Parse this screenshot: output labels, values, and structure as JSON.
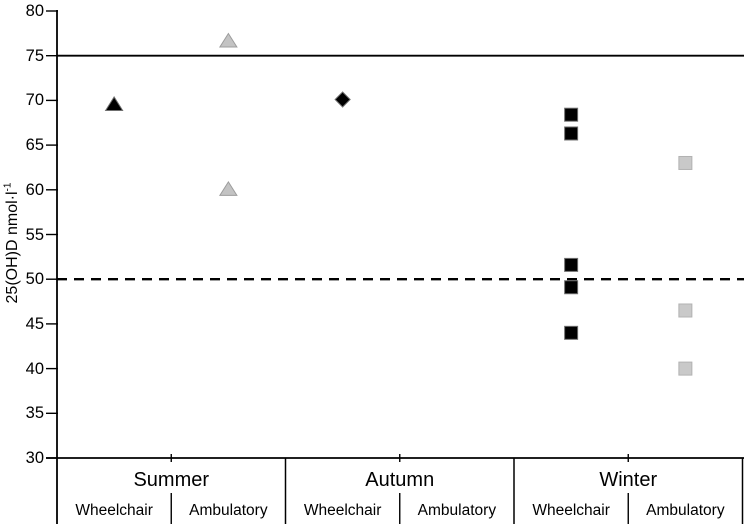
{
  "chart_data": {
    "type": "scatter",
    "title": "",
    "xlabel": "",
    "ylabel": "25(OH)D nmol·l⁻¹",
    "ylabel_main": "25(OH)D nmol·l",
    "ylabel_superscript": "-1",
    "ylim": [
      30,
      80
    ],
    "yticks": [
      "80",
      "75",
      "70",
      "65",
      "60",
      "55",
      "50",
      "45",
      "40",
      "35",
      "30"
    ],
    "ytick_values": [
      80,
      75,
      70,
      65,
      60,
      55,
      50,
      45,
      40,
      35,
      30
    ],
    "grid": false,
    "legend": "none",
    "reference_lines": [
      {
        "value": 75,
        "style": "solid"
      },
      {
        "value": 50,
        "style": "dashed"
      }
    ],
    "groups": [
      {
        "label": "Summer",
        "subgroups": [
          {
            "label": "Wheelchair"
          },
          {
            "label": "Ambulatory"
          }
        ]
      },
      {
        "label": "Autumn",
        "subgroups": [
          {
            "label": "Wheelchair"
          },
          {
            "label": "Ambulatory"
          }
        ]
      },
      {
        "label": "Winter",
        "subgroups": [
          {
            "label": "Wheelchair"
          },
          {
            "label": "Ambulatory"
          }
        ]
      }
    ],
    "series": [
      {
        "name": "Summer Wheelchair",
        "group_index": 0,
        "subgroup_index": 0,
        "marker": "triangle",
        "fill": "#000000",
        "stroke": "#6f6f6f",
        "values": [
          69.6
        ]
      },
      {
        "name": "Summer Ambulatory",
        "group_index": 0,
        "subgroup_index": 1,
        "marker": "triangle",
        "fill": "#c3c3c3",
        "stroke": "#9c9c9c",
        "values": [
          76.7,
          60.1
        ]
      },
      {
        "name": "Autumn Wheelchair",
        "group_index": 1,
        "subgroup_index": 0,
        "marker": "diamond",
        "fill": "#000000",
        "stroke": "#6f6f6f",
        "values": [
          70.1
        ]
      },
      {
        "name": "Autumn Ambulatory",
        "group_index": 1,
        "subgroup_index": 1,
        "marker": "diamond",
        "fill": "#c3c3c3",
        "stroke": "#9c9c9c",
        "values": []
      },
      {
        "name": "Winter Wheelchair",
        "group_index": 2,
        "subgroup_index": 0,
        "marker": "square",
        "fill": "#000000",
        "stroke": "#6f6f6f",
        "values": [
          68.4,
          66.3,
          51.6,
          49.1,
          44.0
        ]
      },
      {
        "name": "Winter Ambulatory",
        "group_index": 2,
        "subgroup_index": 1,
        "marker": "square",
        "fill": "#c9c9c9",
        "stroke": "#b2b2b2",
        "values": [
          63.0,
          46.5,
          40.0
        ]
      }
    ]
  },
  "colors": {
    "axis": "#000000",
    "text": "#000000",
    "black_marker": "#000000",
    "gray_marker": "#c3c3c3",
    "background": "#ffffff"
  }
}
